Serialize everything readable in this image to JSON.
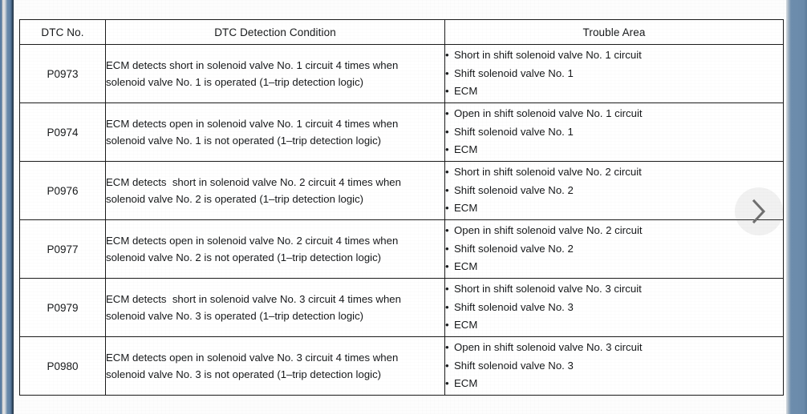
{
  "document": {
    "type": "scanned-service-manual-page",
    "table": {
      "columns": [
        {
          "key": "dtc",
          "label": "DTC No."
        },
        {
          "key": "cond",
          "label": "DTC Detection Condition"
        },
        {
          "key": "area",
          "label": "Trouble Area"
        }
      ],
      "rows": [
        {
          "dtc": "P0973",
          "cond_line1": "ECM detects short in solenoid valve No. 1 circuit 4 times when",
          "cond_line2": "solenoid valve No. 1 is operated (1–trip detection logic)",
          "area": [
            "Short in shift solenoid valve No. 1 circuit",
            "Shift solenoid valve No. 1",
            "ECM"
          ]
        },
        {
          "dtc": "P0974",
          "cond_line1": "ECM detects open in solenoid valve No. 1 circuit 4 times when",
          "cond_line2": "solenoid valve No. 1 is not operated (1–trip detection logic)",
          "area": [
            "Open in shift solenoid valve No. 1 circuit",
            "Shift solenoid valve No. 1",
            "ECM"
          ]
        },
        {
          "dtc": "P0976",
          "cond_line1": "ECM detects  short in solenoid valve No. 2 circuit 4 times when",
          "cond_line2": "solenoid valve No. 2 is operated (1–trip detection logic)",
          "area": [
            "Short in shift solenoid valve No. 2 circuit",
            "Shift solenoid valve No. 2",
            "ECM"
          ]
        },
        {
          "dtc": "P0977",
          "cond_line1": "ECM detects open in solenoid valve No. 2 circuit 4 times when",
          "cond_line2": "solenoid valve No. 2 is not operated (1–trip detection logic)",
          "area": [
            "Open in shift solenoid valve No. 2 circuit",
            "Shift solenoid valve No. 2",
            "ECM"
          ]
        },
        {
          "dtc": "P0979",
          "cond_line1": "ECM detects  short in solenoid valve No. 3 circuit 4 times when",
          "cond_line2": "solenoid valve No. 3 is operated (1–trip detection logic)",
          "area": [
            "Short in shift solenoid valve No. 3 circuit",
            "Shift solenoid valve No. 3",
            "ECM"
          ]
        },
        {
          "dtc": "P0980",
          "cond_line1": "ECM detects open in solenoid valve No. 3 circuit 4 times when",
          "cond_line2": "solenoid valve No. 3 is not operated (1–trip detection logic)",
          "area": [
            "Open in shift solenoid valve No. 3 circuit",
            "Shift solenoid valve No. 3",
            "ECM"
          ]
        }
      ],
      "bullet_glyph": "•"
    }
  },
  "controls": {
    "next": {
      "icon": "chevron-right-icon",
      "label": ""
    }
  },
  "colors": {
    "page_background": "#fdfdfd",
    "table_rule": "#1b1b1b",
    "text": "#17191b",
    "gutter_blue": "#6a8aaa",
    "gutter_blue_dark": "#21303f",
    "control_overlay": "rgba(125,125,125,0.11)"
  }
}
